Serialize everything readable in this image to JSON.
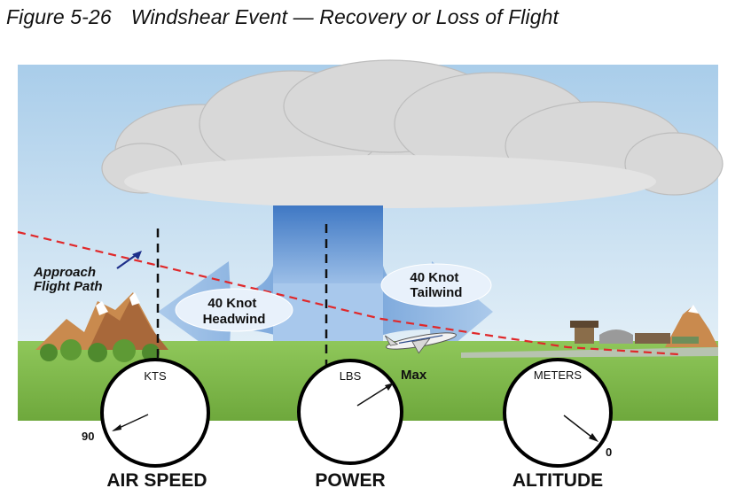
{
  "figure": {
    "number": "Figure 5-26",
    "title": "Windshear Event — Recovery or Loss of Flight"
  },
  "labels": {
    "approach_line1": "Approach",
    "approach_line2": "Flight Path",
    "headwind_line1": "40 Knot",
    "headwind_line2": "Headwind",
    "tailwind_line1": "40 Knot",
    "tailwind_line2": "Tailwind"
  },
  "gauges": {
    "airspeed": {
      "unit": "KTS",
      "reading": "90",
      "caption": "AIR SPEED"
    },
    "power": {
      "unit": "LBS",
      "reading": "Max",
      "caption": "POWER"
    },
    "altitude": {
      "unit": "METERS",
      "reading": "0",
      "caption": "ALTITUDE"
    }
  },
  "colors": {
    "sky": "#c9e2f3",
    "cloud": "#dcdcdc",
    "downdraft": "#6f9fd8",
    "grass": "#7fb94a",
    "flight_path": "#e0282a"
  }
}
